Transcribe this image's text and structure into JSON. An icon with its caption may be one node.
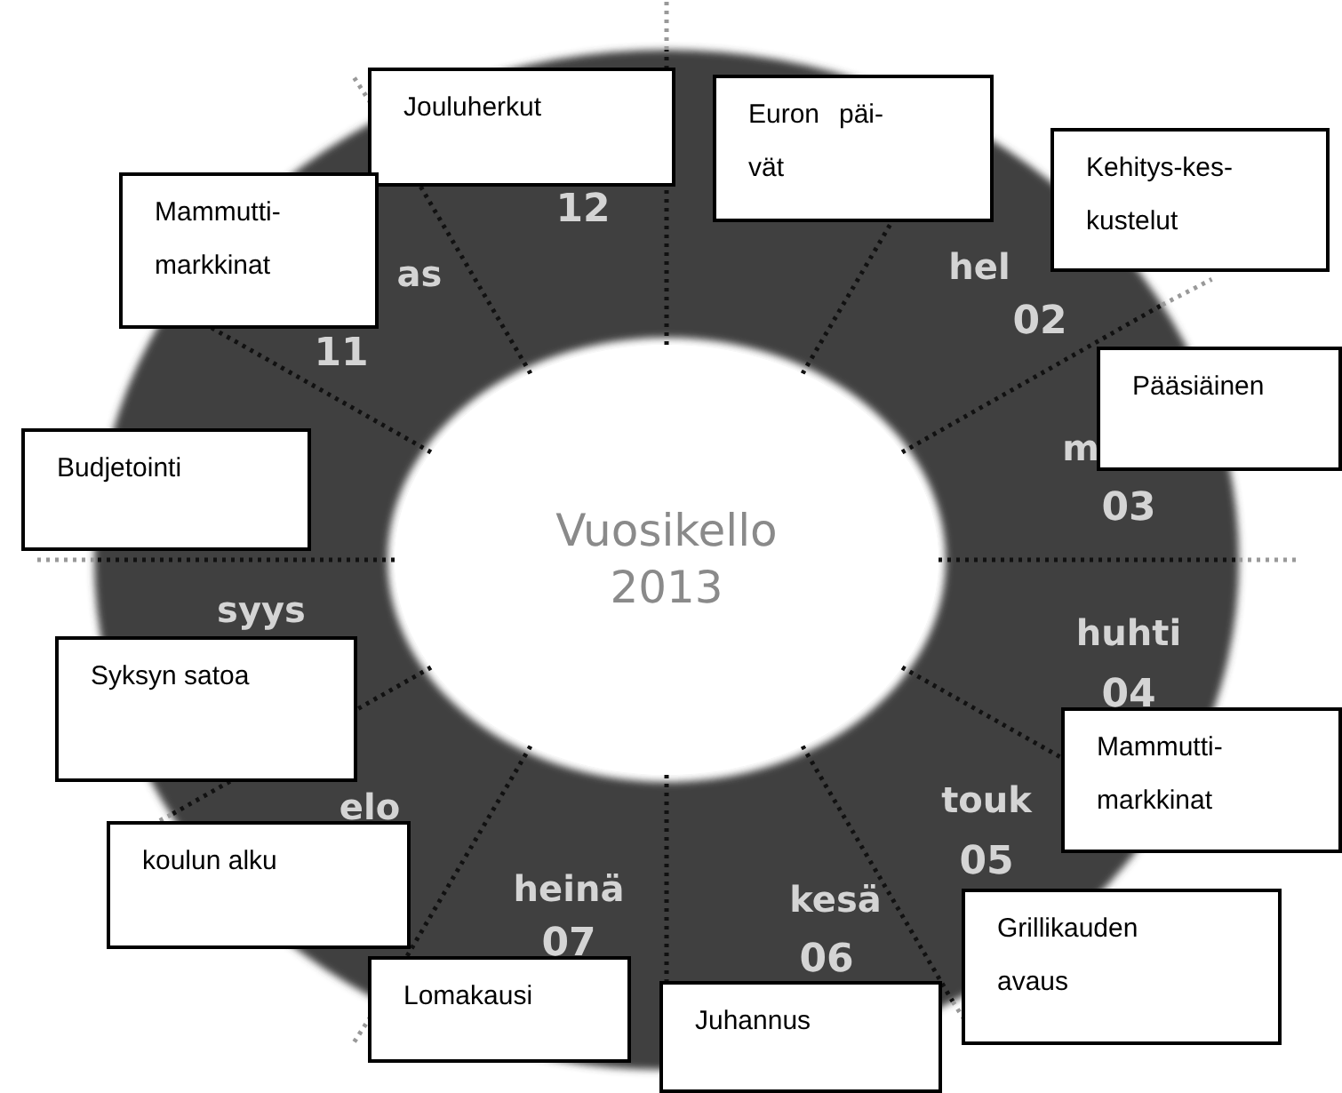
{
  "diagram": {
    "nodes": [
      {
        "text": [
          "Vuosikello 2013"
        ]
      },
      {
        "text": [
          "Jouluherkut"
        ]
      },
      {
        "text": [
          "Euron päi- vät"
        ]
      },
      {
        "text": [
          "Kehitys-kes- kustelut"
        ]
      },
      {
        "text": [
          "Mammutti- markkinat"
        ]
      },
      {
        "text": [
          "Pääsiäinen"
        ]
      },
      {
        "text": [
          "Budjetointi"
        ]
      },
      {
        "text": [
          "Syksyn satoa"
        ]
      },
      {
        "text": [
          "Mammutti- markkinat"
        ]
      },
      {
        "text": [
          "koulun alku"
        ]
      },
      {
        "text": [
          "Grillikauden avaus"
        ]
      },
      {
        "text": [
          "Lomakausi"
        ]
      },
      {
        "text": [
          "Juhannus"
        ]
      }
    ],
    "labels": [
      "12",
      "as",
      "hel",
      "11",
      "02",
      "m",
      "03",
      "syys",
      "huhti",
      "04",
      "touk",
      "elo",
      "05",
      "heinä",
      "kesä",
      "07",
      "06"
    ]
  }
}
